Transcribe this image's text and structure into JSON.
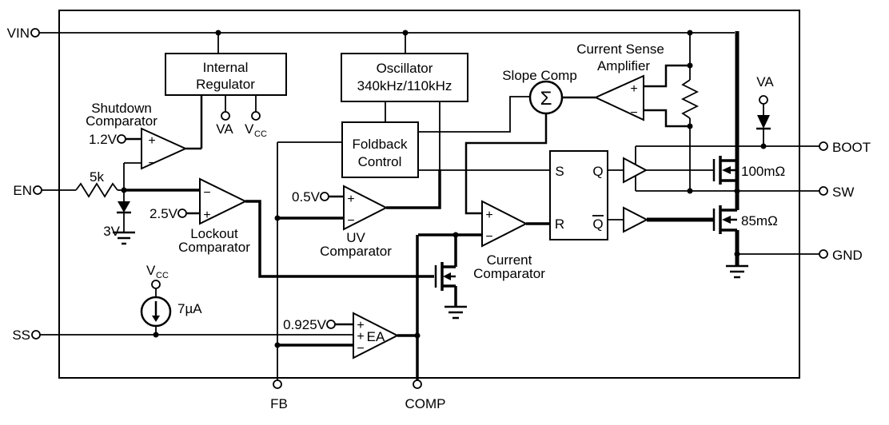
{
  "pins": {
    "vin": "VIN",
    "en": "EN",
    "ss": "SS",
    "fb": "FB",
    "comp": "COMP",
    "boot": "BOOT",
    "sw": "SW",
    "gnd": "GND"
  },
  "blocks": {
    "internal_regulator": {
      "line1": "Internal",
      "line2": "Regulator",
      "out_va": "VA"
    },
    "oscillator": {
      "line1": "Oscillator",
      "line2": "340kHz/110kHz"
    },
    "foldback": {
      "line1": "Foldback",
      "line2": "Control"
    },
    "shutdown_comparator": {
      "line1": "Shutdown",
      "line2": "Comparator",
      "ref": "1.2V"
    },
    "lockout_comparator": {
      "line1": "Lockout",
      "line2": "Comparator",
      "ref": "2.5V"
    },
    "uv_comparator": {
      "line1": "UV",
      "line2": "Comparator",
      "ref": "0.5V"
    },
    "current_comparator": {
      "line1": "Current",
      "line2": "Comparator"
    },
    "error_amplifier": {
      "label": "EA",
      "ref": "0.925V"
    },
    "slope_comp": {
      "label": "Slope Comp",
      "symbol": "Σ"
    },
    "current_sense_amplifier": {
      "line1": "Current Sense",
      "line2": "Amplifier"
    },
    "latch": {
      "s": "S",
      "r": "R",
      "q": "Q",
      "qbar": "Q"
    }
  },
  "components": {
    "en_resistor": "5k",
    "zener": "3V",
    "soft_start_current": "7µA",
    "hs_fet": "100mΩ",
    "ls_fet": "85mΩ",
    "boot_diode_supply": "VA"
  },
  "vcc": {
    "v": "V",
    "sub": "CC"
  },
  "symbols": {
    "plus": "+",
    "minus": "−"
  },
  "colors": {
    "line": "#000000",
    "background": "#ffffff"
  }
}
